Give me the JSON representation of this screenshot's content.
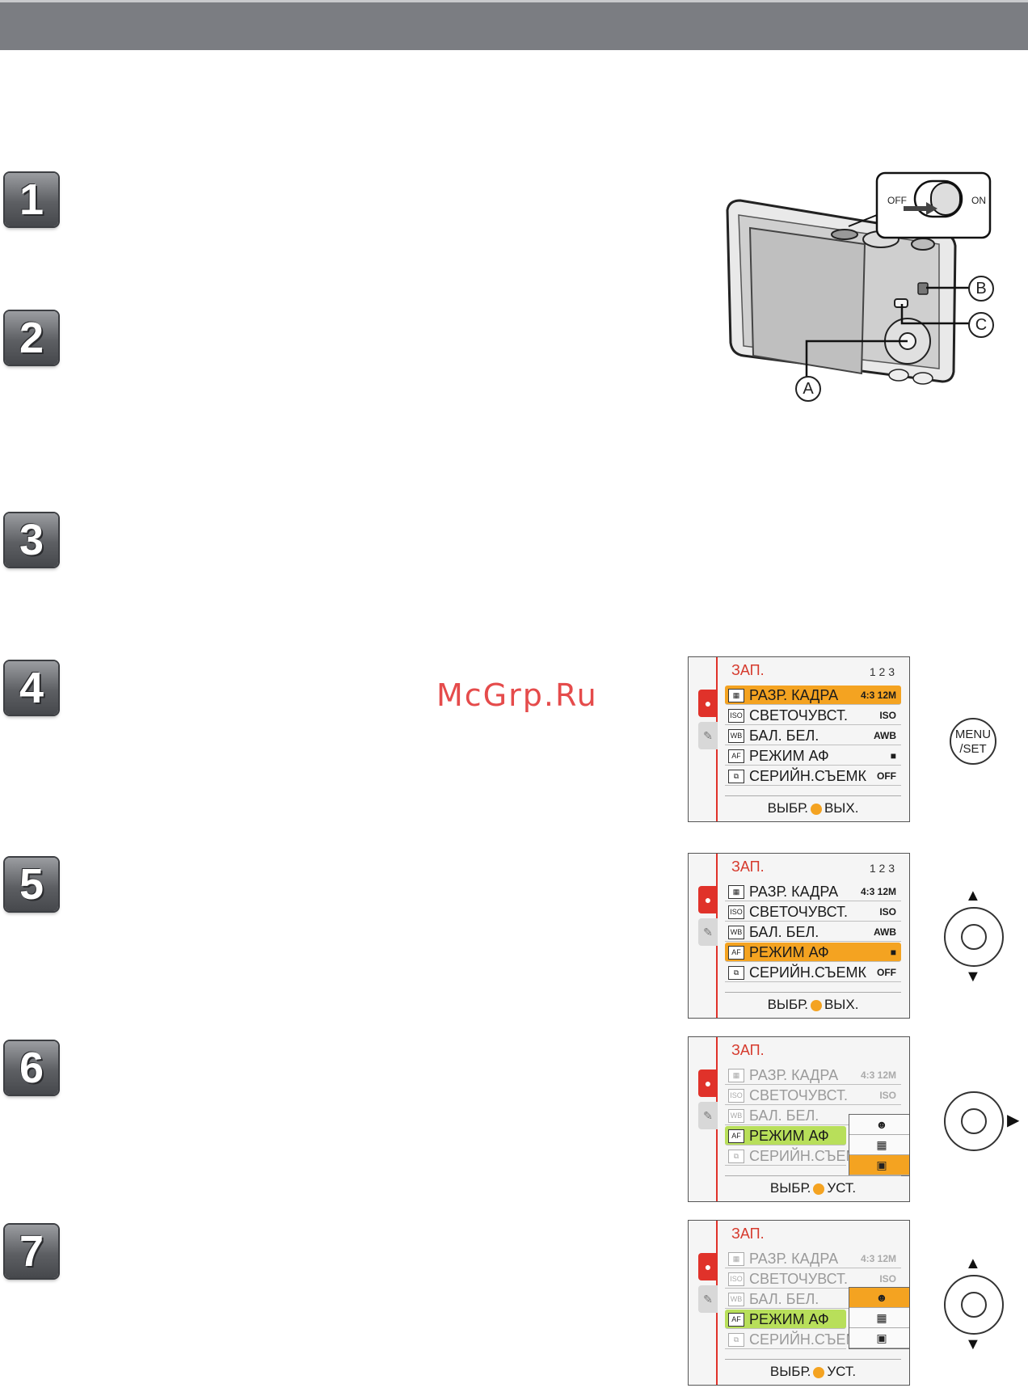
{
  "watermark": "McGrp.Ru",
  "steps": [
    "1",
    "2",
    "3",
    "4",
    "5",
    "6",
    "7"
  ],
  "camera": {
    "switch_off": "OFF",
    "switch_on": "ON",
    "label_a": "A",
    "label_b": "B",
    "label_c": "C"
  },
  "menu": {
    "title": "ЗАП.",
    "page": "1 2 3",
    "items": [
      {
        "label": "РАЗР. КАДРА",
        "icon": "▦",
        "value": "4:3 12M"
      },
      {
        "label": "СВЕТОЧУВСТ.",
        "icon": "ISO",
        "value": "ISO"
      },
      {
        "label": "БАЛ. БЕЛ.",
        "icon": "WB",
        "value": "AWB"
      },
      {
        "label": "РЕЖИМ АФ",
        "icon": "AF",
        "value": "■"
      },
      {
        "label": "СЕРИЙН.СЪЕМК",
        "icon": "⧉",
        "value": "OFF"
      }
    ],
    "item5_short": "СЕРИЙН.СЪЕМ",
    "hint_select": "ВЫБР.",
    "hint_exit": "ВЫХ.",
    "hint_set": "УСТ.",
    "popup_options": [
      "☻",
      "▦",
      "▣"
    ]
  },
  "buttons": {
    "menu_set_line1": "MENU",
    "menu_set_line2": "/SET"
  }
}
